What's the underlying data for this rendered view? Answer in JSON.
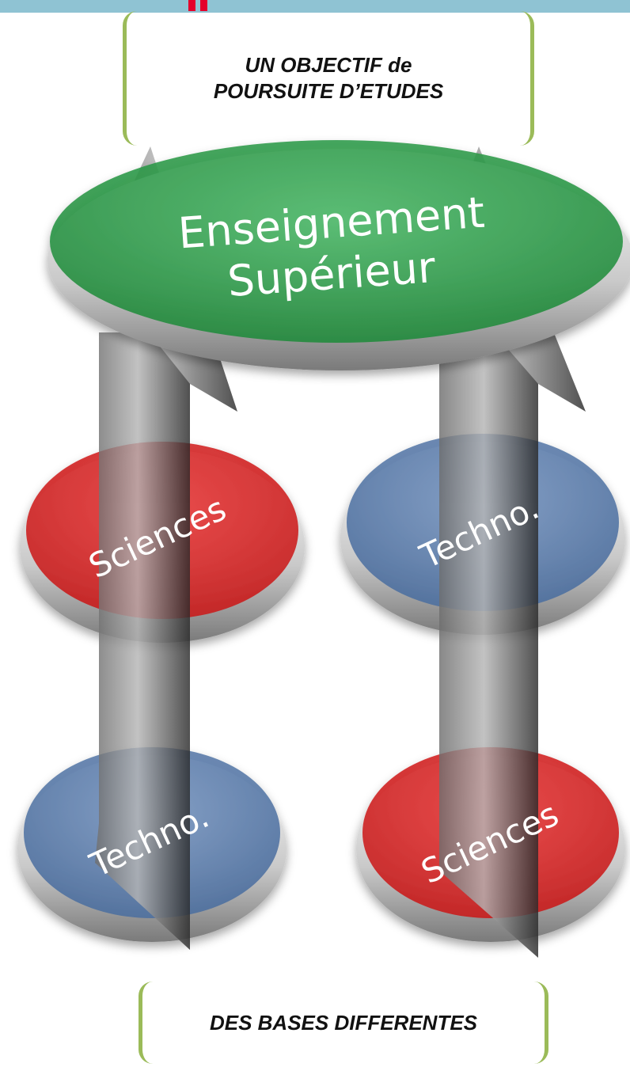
{
  "boxes": {
    "top_text": "UN OBJECTIF de\nPOURSUITE D’ETUDES",
    "bottom_text": "DES BASES DIFFERENTES"
  },
  "diagram": {
    "top_disc_line1": "Enseignement",
    "top_disc_line2": "Supérieur",
    "left_upper_disc": "Sciences",
    "right_upper_disc": "Techno.",
    "left_lower_disc": "Techno.",
    "right_lower_disc": "Sciences"
  },
  "colors": {
    "header_bar": "#8fc3d3",
    "header_accent": "#e4002b",
    "bracket": "#9bbb59",
    "green_disc": "#2ea043",
    "red_disc": "#e02020",
    "blue_disc": "#5a7fb0",
    "arrow": "#8a8a8a"
  }
}
